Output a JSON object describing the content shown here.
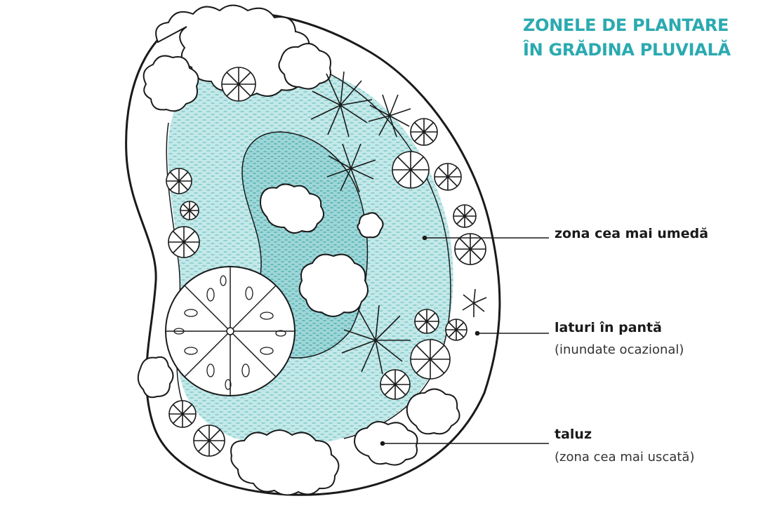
{
  "title": {
    "line1": "ZONELE DE PLANTARE",
    "line2": "ÎN GRĂDINA PLUVIALĂ"
  },
  "labels": {
    "wettest_zone": "zona cea mai umedă",
    "slopes": "laturi în pantă",
    "slopes_note": "(inundate ocazional)",
    "berm": "taluz",
    "berm_note": "(zona cea mai uscată)"
  },
  "colors": {
    "title": "#2aaab0",
    "water_fill": "#a8dcdc",
    "ink": "#1a1a1a"
  }
}
